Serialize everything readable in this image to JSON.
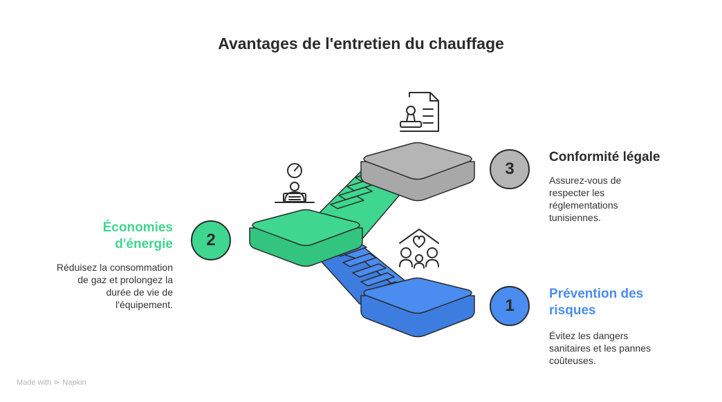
{
  "title": "Avantages de l'entretien du chauffage",
  "steps": [
    {
      "number": "1",
      "title": "Prévention des risques",
      "description": "Évitez les dangers sanitaires et les pannes coûteuses.",
      "color": "#4a8cf0",
      "icon": "family-home-heart-icon"
    },
    {
      "number": "2",
      "title": "Économies d'énergie",
      "description": "Réduisez la consommation de gaz et prolongez la durée de vie de l'équipement.",
      "color": "#3fd68f",
      "icon": "worker-gauge-icon"
    },
    {
      "number": "3",
      "title": "Conformité légale",
      "description": "Assurez-vous de respecter les réglementations tunisiennes.",
      "color": "#b5b5b5",
      "icon": "certificate-document-icon"
    }
  ],
  "footer": {
    "made_with": "Made with",
    "brand": "Napkin"
  }
}
